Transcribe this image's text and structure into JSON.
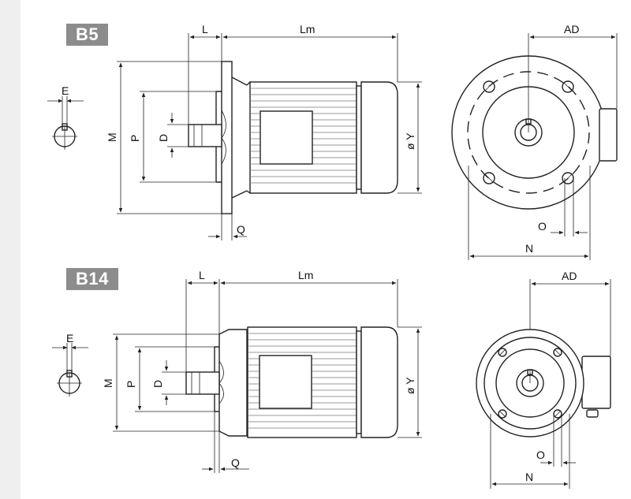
{
  "variants": [
    {
      "badge": "B5",
      "labels": {
        "L": "L",
        "Lm": "Lm",
        "AD": "AD",
        "E": "E",
        "M": "M",
        "P": "P",
        "D": "D",
        "Y": "ø Y",
        "Q": "Q",
        "O": "O",
        "N": "N"
      }
    },
    {
      "badge": "B14",
      "labels": {
        "L": "L",
        "Lm": "Lm",
        "AD": "AD",
        "E": "E",
        "M": "M",
        "P": "P",
        "D": "D",
        "Y": "ø Y",
        "Q": "Q",
        "O": "O",
        "N": "N"
      }
    }
  ],
  "colors": {
    "badge_bg": "#8c8c8c",
    "stripe": "#efefef",
    "line": "#222222"
  }
}
